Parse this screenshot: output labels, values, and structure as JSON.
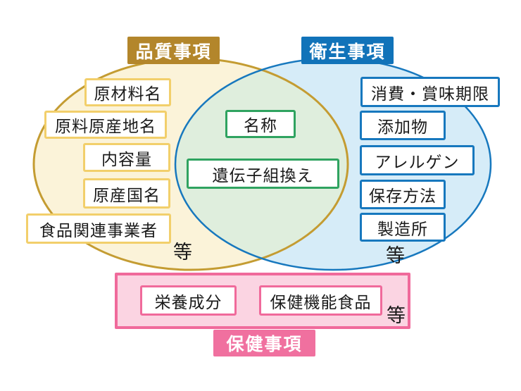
{
  "diagram": {
    "quality": {
      "title": "品質事項",
      "items": [
        "原材料名",
        "原料原産地名",
        "内容量",
        "原産国名",
        "食品関連事業者"
      ],
      "etc": "等",
      "header_bg": "#B3862B",
      "box_border": "#F2CF6B",
      "ellipse_fill": "#FBF3D9",
      "ellipse_stroke": "#C49C32"
    },
    "hygiene": {
      "title": "衛生事項",
      "items": [
        "消費・賞味期限",
        "添加物",
        "アレルゲン",
        "保存方法",
        "製造所"
      ],
      "etc": "等",
      "header_bg": "#1173B9",
      "box_border": "#1778BE",
      "ellipse_fill": "#D6ECF8",
      "ellipse_stroke": "#1778BE"
    },
    "shared": {
      "items": [
        "名称",
        "遺伝子組換え"
      ],
      "intersection_fill": "#DFEEDD",
      "box_border": "#2FA360"
    },
    "health": {
      "title": "保健事項",
      "items": [
        "栄養成分",
        "保健機能食品"
      ],
      "etc": "等",
      "header_bg": "#F0709F",
      "panel_fill": "#FBD4E2",
      "panel_border": "#F06A9B"
    }
  }
}
